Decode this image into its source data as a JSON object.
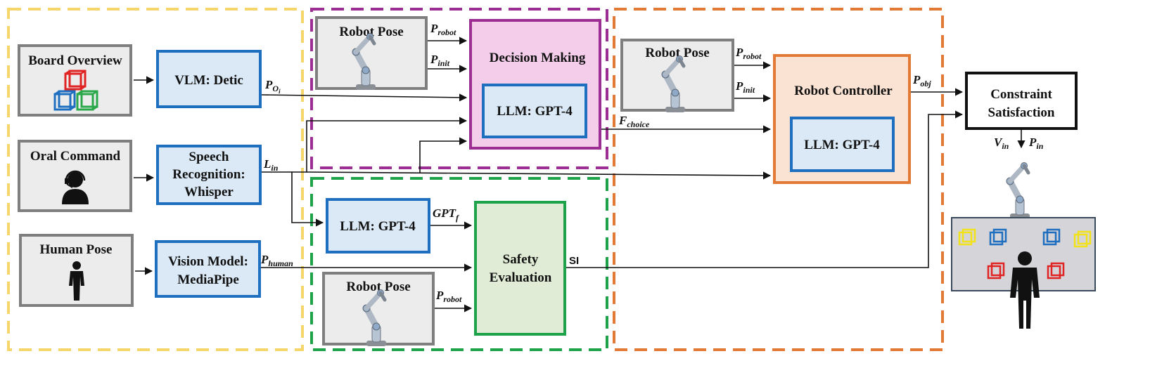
{
  "colors": {
    "yellow_group": "#f6d66a",
    "purple_group": "#9b2d93",
    "green_group": "#1fa34a",
    "orange_group": "#e27a35",
    "grey_box": "#7f7f7f",
    "grey_fill": "#ececec",
    "blue_box": "#1f6fc0",
    "blue_fill": "#dbe9f6",
    "pink_fill": "#f3cdea",
    "green_fill": "#e0ecd5",
    "orange_fill": "#fbe3d3",
    "cube_red": "#e02424",
    "cube_blue": "#1f6fc0",
    "cube_green": "#2aa84a",
    "cube_yellow": "#f2e21a"
  },
  "inputs": {
    "board_overview": "Board Overview",
    "oral_command": "Oral Command",
    "human_pose": "Human Pose"
  },
  "models": {
    "vlm": "VLM: Detic",
    "speech_line1": "Speech",
    "speech_line2": "Recognition:",
    "speech_line3": "Whisper",
    "vision_line1": "Vision Model:",
    "vision_line2": "MediaPipe"
  },
  "robot_pose": "Robot Pose",
  "decision": {
    "title": "Decision Making",
    "llm": "LLM: GPT-4"
  },
  "safety": {
    "llm": "LLM: GPT-4",
    "title_line1": "Safety",
    "title_line2": "Evaluation"
  },
  "controller": {
    "title": "Robot Controller",
    "llm": "LLM: GPT-4"
  },
  "constraint": {
    "line1": "Constraint",
    "line2": "Satisfaction"
  },
  "signals": {
    "P": "P",
    "robot": "robot",
    "init": "init",
    "O": "O",
    "i": "i",
    "L": "L",
    "in": "in",
    "human": "human",
    "F": "F",
    "choice": "choice",
    "GPT": "GPT",
    "f": "f",
    "SI": "SI",
    "obj": "obj",
    "V": "V"
  }
}
